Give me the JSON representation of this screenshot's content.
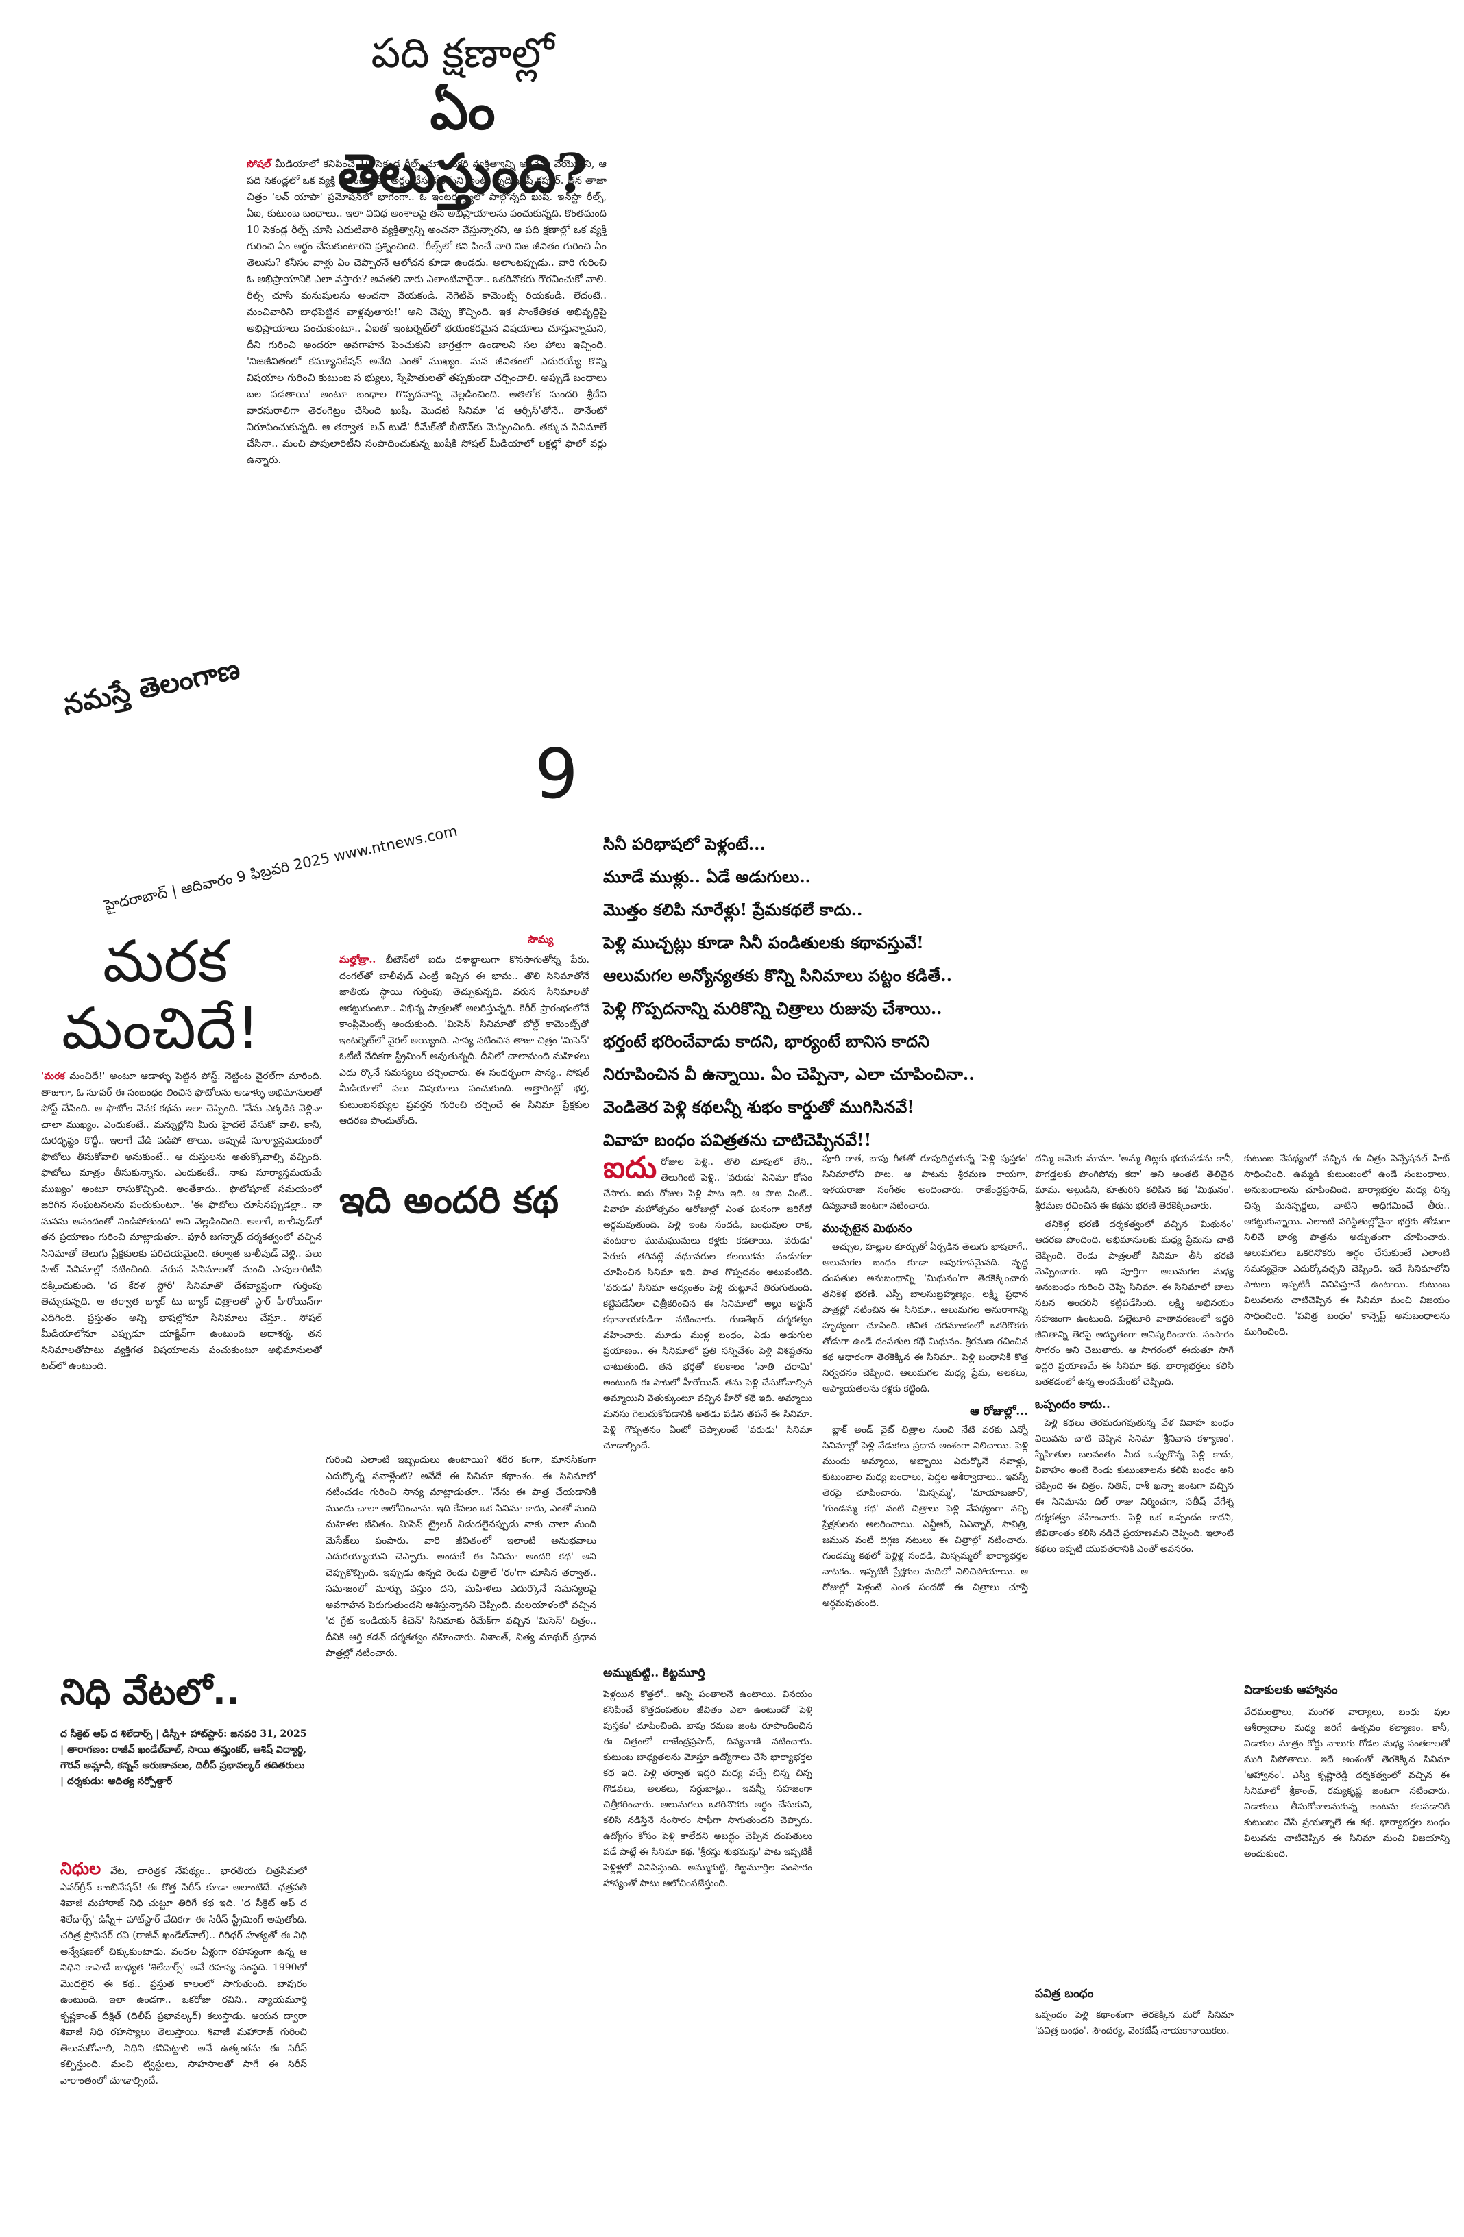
{
  "top_story": {
    "title_line1": "పది క్షణాల్లో",
    "title_line2": "ఏం తెలుస్తుంది?",
    "lead_word": "సోషల్",
    "body": "మీడియాలో కనిపించే 10 సెకండ్ల రీల్స్ చూసి ఒకరి వ్యక్తిత్వాన్ని అంచనా వేయొద్దని, ఆ పది సెకండ్లలో ఒక వ్యక్తి గురించి ఏమీ అర్థం చేసుకోలేమని అంటు న్నది ఖుషీ కపూర్. తన తాజా చిత్రం 'లవ్ యాపా' ప్రమోషన్‌లో భాగంగా.. ఓ ఇంటర్వ్యూలో పాల్గొన్నది ఖుషీ. ఇన్‌స్టా రీల్స్, ఏఐ, కుటుంబ బంధాలు.. ఇలా వివిధ అంశాలపై తన అభిప్రాయాలను పంచుకున్నది. కొంతమంది 10 సెకండ్ల రీల్స్ చూసి ఎదుటివారి వ్యక్తిత్వాన్ని అంచనా వేస్తున్నారని, ఆ పది క్షణాల్లో ఒక వ్యక్తి గురించి ఏం అర్థం చేసుకుంటారని ప్రశ్నించింది. 'రీల్స్‌లో కని పించే వారి నిజ జీవితం గురించి ఏం తెలుసు? కనీసం వాళ్లు ఏం చెప్పారనే ఆలోచన కూడా ఉండదు. అలాంటప్పుడు.. వారి గురించి ఓ అభిప్రాయానికి ఎలా వస్తారు? అవతలి వారు ఎలాంటివారైనా.. ఒకరినొకరు గౌరవించుకో వాలి. రీల్స్ చూసి మనుషులను అంచనా వేయకండి. నెగెటివ్ కామెంట్స్ రియకండి. లేదంటే.. మంచివారిని బాధపెట్టిన వాళ్లవుతారు!' అని చెప్పు కొచ్చింది. ఇక సాంకేతికత అభివృద్ధిపై అభిప్రాయాలు పంచుకుంటూ.. ఏఐతో ఇంటర్నెట్‌లో భయంకరమైన విషయాలు చూస్తున్నామని, దీని గురించి అందరూ అవగాహన పెంచుకుని జాగ్రత్తగా ఉండాలని సల హాలు ఇచ్చింది. 'నిజజీవితంలో కమ్యూనికేషన్ అనేది ఎంతో ముఖ్యం. మన జీవితంలో ఎదురయ్యే కొన్ని విషయాల గురించి కుటుంబ స భ్యులు, స్నేహితులతో తప్పకుండా చర్చించాలి. అప్పుడే బంధాలు బల పడతాయి' అంటూ బంధాల గొప్పదనాన్ని వెల్లడించింది. అతిలోక సుందరి శ్రీదేవి వారసురాలిగా తెరంగేట్రం చేసింది ఖుషీ. మొదటి సినిమా 'ద ఆర్చీస్'తోనే.. తానేంటో నిరూపించుకున్నది. ఆ తర్వాత 'లవ్ టుడే' రీమేక్‌తో బీటౌన్‌కు మెప్పించింది. తక్కువ సినిమాలే చేసినా.. మంచి పాపులారిటీని సంపాదించుకున్న ఖుషీకి సోషల్ మీడియాలో లక్షల్లో ఫాలో వర్లు ఉన్నారు."
  },
  "masthead": {
    "brand": "నమస్తే తెలంగాణ",
    "page_number": "9",
    "dateline": "హైదరాబాద్ | ఆదివారం 9 ఫిబ్రవరి 2025 www.ntnews.com"
  },
  "marakha": {
    "title_line1": "మరక",
    "title_line2": "మంచిదే!",
    "lead_word": "'మరక",
    "body": "మంచిదే!' అంటూ ఆడాళ్ళు పెట్టిన పోస్ట్. నెట్టింట వైరల్‌గా మారింది. తాజాగా, ఓ సూపర్ ఈ సంబంధం లించిన ఫొటోలను అడాళ్ళు అభిమానులతో పోస్ట్ చేసింది. ఆ ఫొటోల వెనక కథను ఇలా చెప్పింది. 'నేను ఎక్కడికి వెళ్లినా చాలా ముఖ్యం. ఎందుకంటే.. మన్నుల్లోని మీరు హైదలే వేసుకో వాలి. కానీ, దురదృష్టం కొద్దీ.. ఇలాగే వేడి పడిపో తాయి. అప్పుడే సూర్యాస్తమయంలో ఫొటోలు తీసుకోవాలి అనుకుంటే.. ఆ దుస్తులను అతుక్కోవాల్సి వచ్చింది. ఫొటోలు మాత్రం తీసుకున్నాను. ఎందుకంటే.. నాకు సూర్యాస్తమయమే ముఖ్యం' అంటూ రాసుకొచ్చింది. అంతేకాదు.. ఫొటోషూట్ సమయంలో జరిగిన సంఘటనలను పంచుకుంటూ.. 'ఈ ఫొటోలు చూసినప్పుడల్లా.. నా మనసు ఆనందంతో నిండిపోతుంది' అని వెల్లడించింది. అలాగే, బాలీవుడ్‌లో తన ప్రయాణం గురించి మాట్లాడుతూ.. పూరీ జగన్నాథ్ దర్శకత్వంలో వచ్చిన సినిమాతో తెలుగు ప్రేక్షకులకు పరిచయమైంది. తర్వాత బాలీవుడ్ వెళ్లి.. పలు హిట్ సినిమాల్లో నటించింది. వరుస సినిమాలతో మంచి పాపులారిటీని దక్కించుకుంది. 'ద కేరళ స్టోరీ' సినిమాతో దేశవ్యాప్తంగా గుర్తింపు తెచ్చుకున్నది. ఆ తర్వాత బ్యాక్ టు బ్యాక్ చిత్రాలతో స్టార్ హీరోయిన్‌గా ఎదిగింది. ప్రస్తుతం అన్ని భాషల్లోనూ సినిమాలు చేస్తూ.. సోషల్ మీడియాలోనూ ఎప్పుడూ యాక్టివ్‌గా ఉంటుంది అదాశర్మ. తన సినిమాలతోపాటు వ్యక్తిగత విషయాలను పంచుకుంటూ అభిమానులతో టచ్‌లో ఉంటుంది."
  },
  "kiara": {
    "author": "సౌమ్య",
    "lead_word": "మల్హోత్రా..",
    "body": "బీటౌన్‌లో ఐదు దశాబ్దాలుగా కొనసాగుతోన్న పేరు. దంగల్‌తో బాలీవుడ్ ఎంట్రీ ఇచ్చిన ఈ భామ.. తొలి సినిమాతోనే జాతీయ స్థాయి గుర్తింపు తెచ్చుకున్నది. వరుస సినిమాలతో ఆకట్టుకుంటూ.. విభిన్న పాత్రలతో అలరిస్తున్నది. కెరీర్ ప్రారంభంలోనే కాంప్లిమెంట్స్ అందుకుంది. 'మిసెస్' సినిమాతో బోల్డ్ కామెంట్స్‌తో ఇంటర్నెట్‌లో వైరల్ అయ్యింది. సాన్య నటించిన తాజా చిత్రం 'మిసెస్' ఓటీటీ వేదికగా స్ట్రీమింగ్ అవుతున్నది. దీనిలో చాలామంది మహిళలు ఎదు ర్కొనే సమస్యలు చర్చించారు. ఈ సందర్భంగా సాన్య.. సోషల్ మీడియాలో పలు విషయాలు పంచుకుంది. అత్తారింట్లో భర్త, కుటుంబసభ్యుల ప్రవర్తన గురించి చర్చించే ఈ సినిమా ప్రేక్షకుల ఆదరణ పొందుతోంది."
  },
  "andari_katha": {
    "title": "ఇది అందరి కథ",
    "body": "గురించి ఎలాంటి ఇబ్బందులు ఉంటాయి? శరీర కంగా, మానసికంగా ఎదుర్కొన్న సవాళ్లేంటి? అనేదే ఈ సినిమా కథాంశం. ఈ సినిమాలో నటించడం గురించి సాన్య మాట్లాడుతూ.. 'నేను ఈ పాత్ర చేయడానికి ముందు చాలా ఆలోచించాను. ఇది కేవలం ఒక సినిమా కాదు, ఎంతో మంది మహిళల జీవితం. మిసెస్ ట్రైలర్ విడుదలైనప్పుడు నాకు చాలా మంది మెసేజ్‌లు పంపారు. వారి జీవితంలో ఇలాంటి అనుభవాలు ఎదురయ్యాయని చెప్పారు. అందుకే ఈ సినిమా అందరి కథ' అని చెప్పుకొచ్చింది. ఇప్పుడు ఉన్నది రెండు చిత్రాలే 'రం'గా చూసిన తర్వాత.. సమాజంలో మార్పు వస్తుం దని, మహిళలు ఎదుర్కొనే సమస్యలపై అవగాహన పెరుగుతుందని ఆశిస్తున్నానని చెప్పింది. మలయాళంలో వచ్చిన 'ద గ్రేట్ ఇండియన్ కిచెన్' సినిమాకు రీమేక్‌గా వచ్చిన 'మిసెస్' చిత్రం.. దీనికి ఆర్తి కడవ్ దర్శకత్వం వహించారు. నిశాంత్, నిత్య మాథుర్ ప్రధాన పాత్రల్లో నటించారు."
  },
  "cinema_weddings": {
    "headline_lines": [
      "సినీ పరిభాషలో పెళ్లంటే...",
      "మూడే ముళ్లు.. ఏడే అడుగులు..",
      "మొత్తం కలిపి నూరేళ్లు! ప్రేమకథలే కాదు..",
      "పెళ్లి ముచ్చట్లు కూడా సినీ పండితులకు కథావస్తువే!",
      "ఆలుమగల అన్యోన్యతకు కొన్ని సినిమాలు పట్టం కడితే..",
      "పెళ్లి గొప్పదనాన్ని మరికొన్ని చిత్రాలు రుజువు చేశాయి..",
      "భర్తంటే భరించేవాడు కాదని, భార్యంటే బానిస కాదని",
      "నిరూపించిన వీ ఉన్నాయి. ఏం చెప్పినా, ఎలా చూపించినా..",
      "వెండితెర పెళ్లి కథలన్నీ శుభం కార్డుతో ముగిసినవే!",
      "వివాహ బంధం పవిత్రతను చాటిచెప్పినవే!!"
    ],
    "col1_lead": "ఐదు",
    "col1_body": "రోజుల పెళ్లి.. తొలి చూపులో లేని.. తెలుగింటి పెళ్లి.. 'వరుడు' సినిమా కోసం చేసారు. ఐదు రోజుల పెళ్లి పాట ఇది. ఆ పాట వింటే.. వివాహ మహోత్సవం ఆరోజుల్లో ఎంత ఘనంగా జరిగేదో అర్థమవుతుంది. పెళ్లి ఇంట సందడి, బంధువుల రాక, వంటకాల ఘుమఘుమలు కళ్లకు కడతాయి. 'వరుడు' పేరుకు తగినట్లే వధూవరుల కలయికను పండుగలా చూపించిన సినిమా ఇది. పాత గొప్పదనం అటువంటిది. 'వరుడు' సినిమా ఆద్యంతం పెళ్లి చుట్టూనే తిరుగుతుంది. కట్టిపడేసేలా చిత్రీకరించిన ఈ సినిమాలో అల్లు అర్జున్ కథానాయకుడిగా నటించారు. గుణశేఖర్ దర్శకత్వం వహించారు. మూడు ముళ్ల బంధం, ఏడు అడుగుల ప్రయాణం.. ఈ సినిమాలో ప్రతి సన్నివేశం పెళ్లి విశిష్టతను చాటుతుంది. తన భర్తతో కలకాలం 'నాతి చరామి' అంటుంది ఈ పాటలో హీరోయిన్. తను పెళ్లి చేసుకోవాల్సిన అమ్మాయిని వెతుక్కుంటూ వచ్చిన హీరో కథే ఇది. అమ్మాయి మనసు గెలుచుకోవడానికి అతడు పడిన తపనే ఈ సినిమా. పెళ్లి గొప్పతనం ఏంటో చెప్పాలంటే 'వరుడు' సినిమా చూడాల్సిందే.",
    "col2_top": "పూరి రాత, బాపు గీతతో రూపుదిద్దుకున్న 'పెళ్లి పుస్తకం' సినిమాలోని పాట. ఆ పాటను శ్రీరమణ రాయగా, ఇళయరాజా సంగీతం అందించారు. రాజేంద్రప్రసాద్, దివ్యవాణి జంటగా నటించారు.",
    "col2_sub1": "ముచ్చటైన మిథునం",
    "col2_body1": "అచ్చుల, హల్లుల కూర్పుతో ఏర్పడిన తెలుగు భాషలాగే.. ఆలుమగల బంధం కూడా అపురూపమైనది. వృద్ధ దంపతుల అనుబంధాన్ని 'మిథునం'గా తెరకెక్కించారు తనికెళ్ల భరణి. ఎస్పీ బాలసుబ్రహ్మణ్యం, లక్ష్మి ప్రధాన పాత్రల్లో నటించిన ఈ సినిమా.. ఆలుమగల అనురాగాన్ని హృద్యంగా చూపింది. జీవిత చరమాంకంలో ఒకరికొకరు తోడుగా ఉండే దంపతుల కథే మిథునం. శ్రీరమణ రచించిన కథ ఆధారంగా తెరకెక్కిన ఈ సినిమా.. పెళ్లి బంధానికి కొత్త నిర్వచనం చెప్పింది. ఆలుమగల మధ్య ప్రేమ, అలకలు, ఆప్యాయతలను కళ్లకు కట్టింది.",
    "col2_sub2": "ఆ రోజుల్లో...",
    "col2_body2": "బ్లాక్ అండ్ వైట్ చిత్రాల నుంచి నేటి వరకు ఎన్నో సినిమాల్లో పెళ్లి వేడుకలు ప్రధాన అంశంగా నిలిచాయి. పెళ్లి ముందు అమ్మాయి, అబ్బాయి ఎదుర్కొనే సవాళ్లు, కుటుంబాల మధ్య బంధాలు, పెద్దల ఆశీర్వాదాలు.. ఇవన్నీ తెరపై చూపించారు. 'మిస్సమ్మ', 'మాయాబజార్', 'గుండమ్మ కథ' వంటి చిత్రాలు పెళ్లి నేపథ్యంగా వచ్చి ప్రేక్షకులను అలరించాయి. ఎన్టీఆర్, ఏఎన్నార్, సావిత్రి, జమున వంటి దిగ్గజ నటులు ఈ చిత్రాల్లో నటించారు. గుండమ్మ కథలో పెళ్లిళ్ల సందడి, మిస్సమ్మలో భార్యాభర్తల నాటకం.. ఇప్పటికీ ప్రేక్షకుల మదిలో నిలిచిపోయాయి. ఆ రోజుల్లో పెళ్లంటే ఎంత సందడో ఈ చిత్రాలు చూస్తే అర్థమవుతుంది.",
    "col3_top": "దమ్మి ఆమెకు మామా. 'అమ్మ తిట్లకు భయపడను కానీ, పొగడ్తలకు పొంగిపోవు కదా' అని అంతటి తెలివైన మామ. అల్లుడిని, కూతురిని కలిపిన కథ 'మిథునం'. శ్రీరమణ రచించిన ఈ కథను భరణి తెరకెక్కించారు.",
    "col3_body1": "తనికెళ్ల భరణి దర్శకత్వంలో వచ్చిన 'మిథునం' ఆదరణ పొందింది. అభిమానులకు మధ్య ప్రేమను చాటి చెప్పింది. రెండు పాత్రలతో సినిమా తీసి భరణి మెప్పించారు. ఇది పూర్తిగా ఆలుమగల మధ్య అనుబంధం గురించి చెప్పే సినిమా. ఈ సినిమాలో బాలు నటన అందరినీ కట్టిపడేసింది. లక్ష్మి అభినయం సహజంగా ఉంటుంది. పల్లెటూరి వాతావరణంలో ఇద్దరి జీవితాన్ని తెరపై అద్భుతంగా ఆవిష్కరించారు. సంసారం సాగరం అని చెబుతారు. ఆ సాగరంలో ఈదుతూ సాగే ఇద్దరి ప్రయాణమే ఈ సినిమా కథ. భార్యాభర్తలు కలిసి బతకడంలో ఉన్న అందమేంటో చెప్పింది.",
    "col3_sub1": "ఒప్పందం కాదు..",
    "col3_body2": "పెళ్లి కథలు తెరమరుగవుతున్న వేళ వివాహ బంధం విలువను చాటి చెప్పిన సినిమా 'శ్రీనివాస కళ్యాణం'. స్నేహితుల బలవంతం మీద ఒప్పుకొన్న పెళ్లి కాదు, వివాహం అంటే రెండు కుటుంబాలను కలిపే బంధం అని చెప్పింది ఈ చిత్రం. నితిన్, రాశీ ఖన్నా జంటగా వచ్చిన ఈ సినిమాను దిల్ రాజు నిర్మించగా, సతీష్ వేగేశ్న దర్శకత్వం వహించారు. పెళ్లి ఒక ఒప్పందం కాదని, జీవితాంతం కలిసి నడిచే ప్రయాణమని చెప్పింది. ఇలాంటి కథలు ఇప్పటి యువతరానికి ఎంతో అవసరం.",
    "col3_sub2": "పవిత్ర బంధం",
    "col3_body3": "ఒప్పందం పెళ్లి కథాంశంగా తెరకెక్కిన మరో సినిమా 'పవిత్ర బంధం'. సౌందర్య, వెంకటేష్ నాయకానాయికలు.",
    "col4_body1": "కుటుంబ నేపథ్యంలో వచ్చిన ఈ చిత్రం సెన్సేషనల్ హిట్ సాధించింది. ఉమ్మడి కుటుంబంలో ఉండే సంబంధాలు, అనుబంధాలను చూపించింది. భార్యాభర్తల మధ్య చిన్న చిన్న మనస్పర్థలు, వాటిని అధిగమించే తీరు.. ఆకట్టుకున్నాయి. ఎలాంటి పరిస్థితుల్లోనైనా భర్తకు తోడుగా నిలిచే భార్య పాత్రను అద్భుతంగా చూపించారు. ఆలుమగలు ఒకరినొకరు అర్థం చేసుకుంటే ఎలాంటి సమస్యనైనా ఎదుర్కోవచ్చని చెప్పింది. ఇదే సినిమాలోని పాటలు ఇప్పటికీ వినిపిస్తూనే ఉంటాయి. కుటుంబ విలువలను చాటిచెప్పిన ఈ సినిమా మంచి విజయం సాధించింది. 'పవిత్ర బంధం' కాన్సెప్ట్ అనుబంధాలను ముగించింది.",
    "col4_sub": "విడాకులకు ఆహ్వానం",
    "col4_body2": "వేదమంత్రాలు, మంగళ వాద్యాలు, బంధు వుల ఆశీర్వాదాల మధ్య జరిగే ఉత్సవం కల్యాణం. కానీ, విడాకుల మాత్రం కోర్టు నాలుగు గోడల మధ్య సంతకాలతో ముగి సిపోతాయి. ఇదే అంశంతో తెరకెక్కిన సినిమా 'ఆహ్వానం'. ఎస్వీ కృష్ణారెడ్డి దర్శకత్వంలో వచ్చిన ఈ సినిమాలో శ్రీకాంత్, రమ్యకృష్ణ జంటగా నటించారు. విడాకులు తీసుకోవాలనుకున్న జంటను కలపడానికి కుటుంబం చేసే ప్రయత్నాలే ఈ కథ. భార్యాభర్తల బంధం విలువను చాటిచెప్పిన ఈ సినిమా మంచి విజయాన్ని అందుకుంది.",
    "kittu_title": "అమ్ముకుట్టి.. కిట్టమూర్తి",
    "kittu_body": "పెళ్లయిన కొత్తలో.. అన్ని పంతాలనే ఉంటాయి. వినయం కనిపించే కొత్తదంపతుల జీవితం ఎలా ఉంటుందో 'పెళ్లి పుస్తకం' చూపించింది. బాపు రమణ జంట రూపొందించిన ఈ చిత్రంలో రాజేంద్రప్రసాద్, దివ్యవాణి నటించారు. కుటుంబ బాధ్యతలను మోస్తూ ఉద్యోగాలు చేసే భార్యాభర్తల కథ ఇది. పెళ్లి తర్వాత ఇద్దరి మధ్య వచ్చే చిన్న చిన్న గొడవలు, అలకలు, సర్దుబాట్లు.. ఇవన్నీ సహజంగా చిత్రీకరించారు. ఆలుమగలు ఒకరినొకరు అర్థం చేసుకుని, కలిసి నడిస్తేనే సంసారం సాఫీగా సాగుతుందని చెప్పారు. ఉద్యోగం కోసం పెళ్లి కాలేదని అబద్ధం చెప్పిన దంపతులు పడే పాట్లే ఈ సినిమా కథ. 'శ్రీరస్తు శుభమస్తు' పాట ఇప్పటికీ పెళ్లిళ్లలో వినిపిస్తుంది. అమ్ముకుట్టి, కిట్టమూర్తిల సంసారం హాస్యంతో పాటు ఆలోచింపజేస్తుంది."
  },
  "nidhi": {
    "title": "నిధి వేటలో..",
    "credits": "ద సీక్రెట్ ఆఫ్ ద శిలేదార్స్ | డిస్నీ+ హాట్‌స్టార్: జనవరి 31, 2025 | తారాగణం: రాజీవ్ ఖండేల్‌వాల్, సాయి తమ్హంకర్, ఆశిష్ విద్యార్థి, గౌరవ్ అమ్లానీ, కన్నన్ అరుణాచలం, దిలీప్ ప్రభావల్కర్ తదితరులు | దర్శకుడు: ఆదిత్య సర్పోత్దార్",
    "lead_word": "నిధుల",
    "body": "వేట, చారిత్రక నేపథ్యం.. భారతీయ చిత్రసీమలో ఎవర్‌గ్రీన్ కాంబినేషన్! ఈ కొత్త సిరీస్ కూడా అలాంటిదే. ఛత్రపతి శివాజీ మహారాజ్ నిధి చుట్టూ తిరిగే కథ ఇది. 'ద సీక్రెట్ ఆఫ్ ద శిలేదార్స్' డిస్నీ+ హాట్‌స్టార్ వేదికగా ఈ సిరీస్ స్ట్రీమింగ్ అవుతోంది. చరిత్ర ప్రొఫెసర్ రవి (రాజీవ్ ఖండేల్‌వాల్).. గిరిధర్ హత్యతో ఈ నిధి అన్వేషణలో చిక్కుకుంటాడు. వందల ఏళ్లుగా రహస్యంగా ఉన్న ఆ నిధిని కాపాడే బాధ్యత 'శిలేదార్స్' అనే రహస్య సంస్థది. 1990లో మొదలైన ఈ కథ.. ప్రస్తుత కాలంలో సాగుతుంది. బావురం ఉంటుంది. ఇలా ఉండగా.. ఒకరోజు రవిని.. న్యాయమూర్తి కృష్ణకాంత్ దీక్షిత్ (దిలీప్ ప్రభావల్కర్) కలుస్తాడు. ఆయన ద్వారా శివాజీ నిధి రహస్యాలు తెలుస్తాయి. శివాజీ మహారాజ్ గురించి తెలుసుకోవాలి, నిధిని కనిపెట్టాలి అనే ఉత్కంఠను ఈ సిరీస్ కల్పిస్తుంది. మంచి ట్విస్టులు, సాహసాలతో సాగే ఈ సిరీస్ వారాంతంలో చూడాల్సిందే."
  }
}
